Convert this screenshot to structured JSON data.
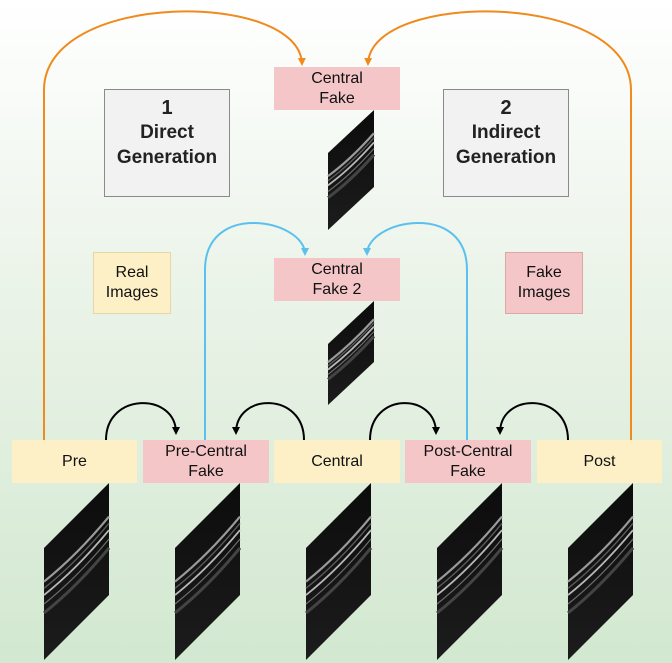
{
  "generations": {
    "direct": {
      "number": "1",
      "line1": "Direct",
      "line2": "Generation"
    },
    "indirect": {
      "number": "2",
      "line1": "Indirect",
      "line2": "Generation"
    }
  },
  "legend": {
    "real": [
      "Real",
      "Images"
    ],
    "fake": [
      "Fake",
      "Images"
    ]
  },
  "nodes": {
    "central_fake": [
      "Central",
      "Fake"
    ],
    "central_fake_2": [
      "Central",
      "Fake 2"
    ],
    "pre": "Pre",
    "pre_central_fake": [
      "Pre-Central",
      "Fake"
    ],
    "central": "Central",
    "post_central_fake": [
      "Post-Central",
      "Fake"
    ],
    "post": "Post"
  },
  "colors": {
    "real": "#fdf0c6",
    "fake": "#f4c6c8",
    "direct_arrow": "#f08a1c",
    "indirect_arrow_black": "#000000",
    "indirect_arrow_blue": "#5cc0ee"
  }
}
